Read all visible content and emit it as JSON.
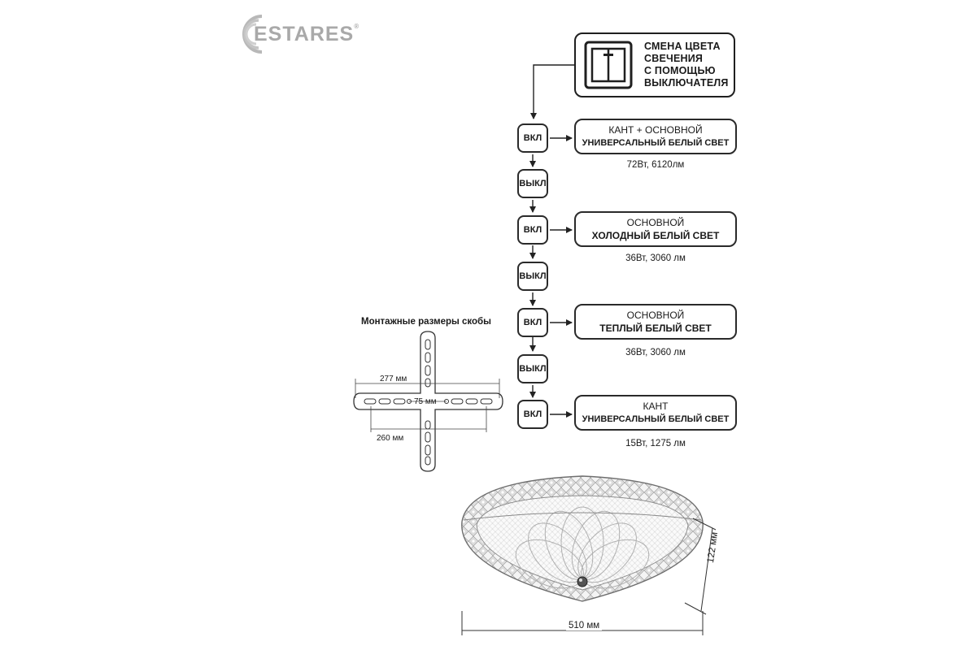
{
  "brand": {
    "name": "ESTARES",
    "registered": "®"
  },
  "header": {
    "title": "СМЕНА ЦВЕТА\nСВЕЧЕНИЯ\nС ПОМОЩЬЮ\nВЫКЛЮЧАТЕЛЯ"
  },
  "steps": [
    {
      "label": "ВКЛ"
    },
    {
      "label": "ВЫКЛ"
    },
    {
      "label": "ВКЛ"
    },
    {
      "label": "ВЫКЛ"
    },
    {
      "label": "ВКЛ"
    },
    {
      "label": "ВЫКЛ"
    },
    {
      "label": "ВКЛ"
    }
  ],
  "modes": [
    {
      "line1": "КАНТ + ОСНОВНОЙ",
      "line2": "УНИВЕРСАЛЬНЫЙ БЕЛЫЙ СВЕТ",
      "spec": "72Вт, 6120лм"
    },
    {
      "line1": "ОСНОВНОЙ",
      "line2": "ХОЛОДНЫЙ БЕЛЫЙ СВЕТ",
      "spec": "36Вт, 3060 лм"
    },
    {
      "line1": "ОСНОВНОЙ",
      "line2": "ТЕПЛЫЙ БЕЛЫЙ СВЕТ",
      "spec": "36Вт, 3060 лм"
    },
    {
      "line1": "КАНТ",
      "line2": "УНИВЕРСАЛЬНЫЙ БЕЛЫЙ СВЕТ",
      "spec": "15Вт, 1275 лм"
    }
  ],
  "bracket": {
    "title": "Монтажные размеры скобы",
    "dim_outer": "277 мм",
    "dim_center": "75 мм",
    "dim_inner": "260 мм"
  },
  "fixture": {
    "width": "510 мм",
    "height": "122 мм"
  }
}
